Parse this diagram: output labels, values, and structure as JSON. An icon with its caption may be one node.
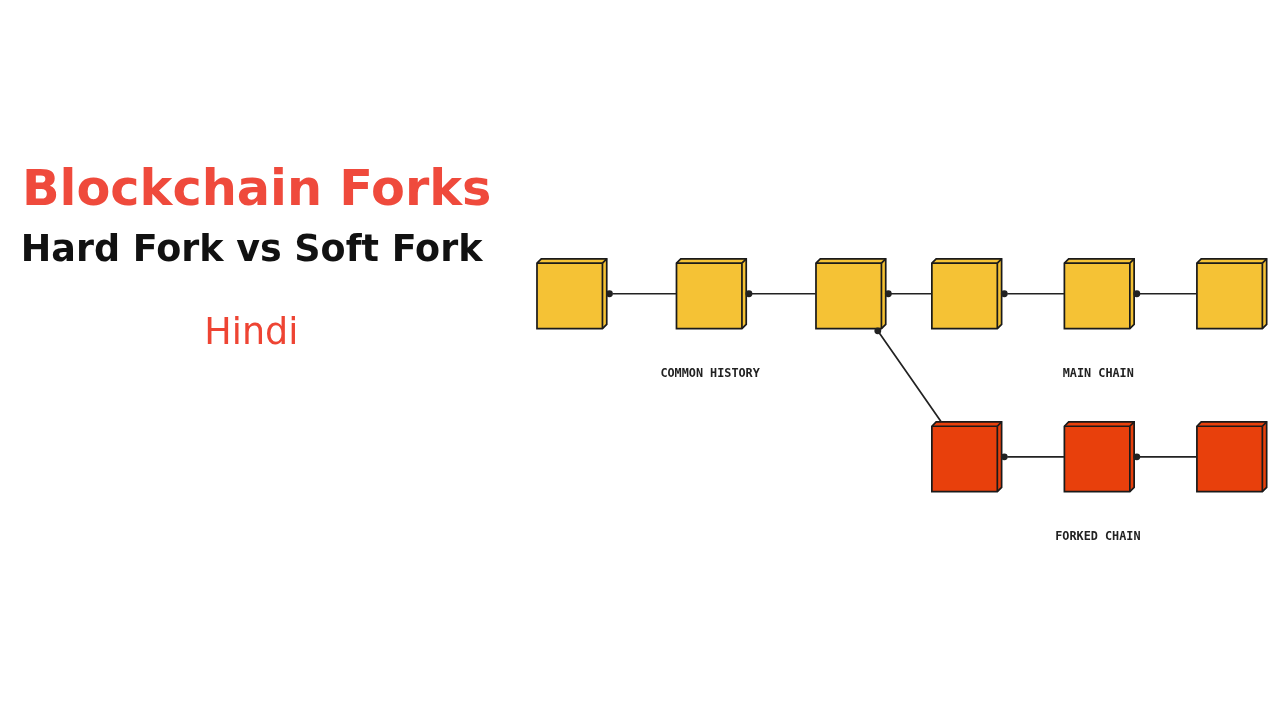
{
  "diagram": {
    "title": "Blockchain Forks",
    "nodes": [
      {
        "text": [],
        "shape": "cube"
      },
      {
        "text": [],
        "shape": "cube"
      },
      {
        "text": [],
        "shape": "cube"
      },
      {
        "text": [],
        "shape": "cube"
      },
      {
        "text": [],
        "shape": "cube"
      },
      {
        "text": [],
        "shape": "cube"
      },
      {
        "text": [],
        "shape": "cube"
      },
      {
        "text": [],
        "shape": "cube"
      },
      {
        "text": [],
        "shape": "cube"
      }
    ],
    "edges": [
      {
        "from": 0,
        "to": 1,
        "arrow": "other"
      },
      {
        "from": 1,
        "to": 2,
        "arrow": "other"
      },
      {
        "from": 2,
        "to": 3,
        "arrow": "other"
      },
      {
        "from": 3,
        "to": 4,
        "arrow": "other"
      },
      {
        "from": 4,
        "to": 5,
        "arrow": "other"
      },
      {
        "from": 2,
        "to": 6,
        "arrow": "other"
      },
      {
        "from": 6,
        "to": 7,
        "arrow": "other"
      },
      {
        "from": 7,
        "to": 8,
        "arrow": "other"
      }
    ],
    "labels": [
      "Hard Fork vs Soft Fork",
      "Hindi",
      "COMMON HISTORY",
      "MAIN CHAIN",
      "FORKED CHAIN"
    ]
  }
}
